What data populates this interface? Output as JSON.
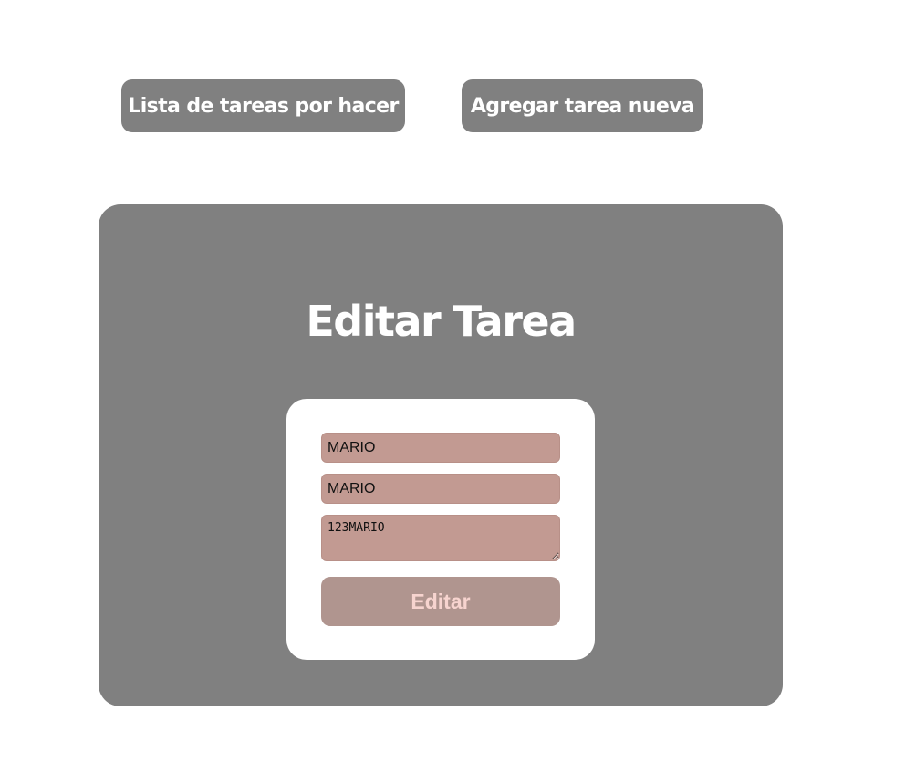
{
  "nav": {
    "list_label": "Lista de tareas por hacer",
    "add_label": "Agregar tarea nueva"
  },
  "edit_form": {
    "title": "Editar Tarea",
    "name_value": "MARIO",
    "task_title_value": "MARIO",
    "description_value": "123MARIO",
    "submit_label": "Editar"
  },
  "colors": {
    "panel": "#808080",
    "field_background": "#c29a92",
    "submit_background": "#b0958f",
    "submit_text": "#f7d4cf"
  }
}
